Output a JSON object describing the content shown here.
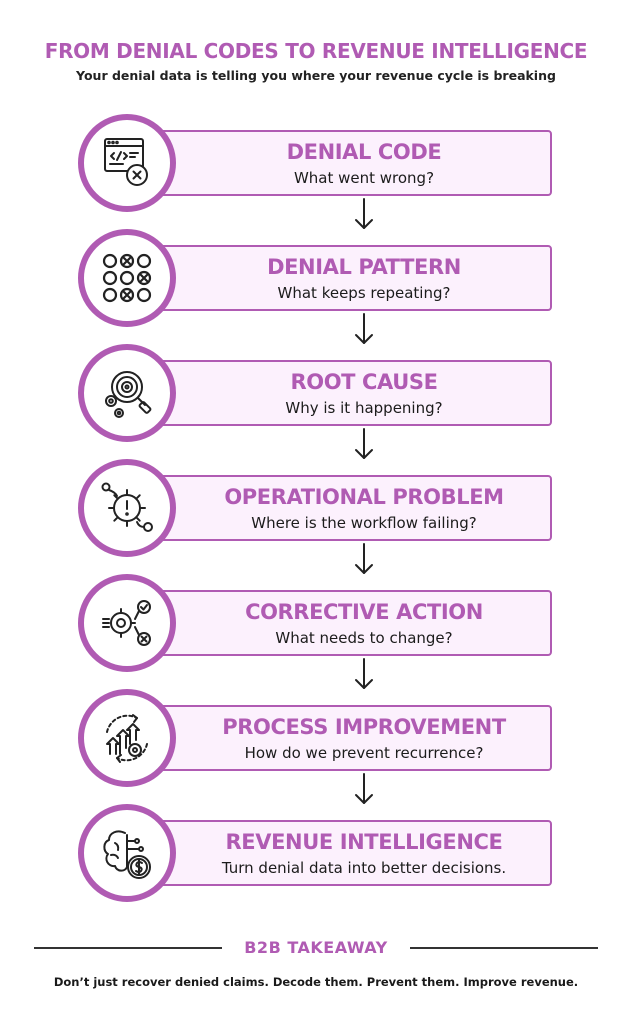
{
  "header": {
    "title": "FROM DENIAL CODES TO REVENUE INTELLIGENCE",
    "subtitle": "Your denial data is telling you where your revenue cycle is breaking"
  },
  "steps": [
    {
      "heading": "DENIAL CODE",
      "question": "What went wrong?",
      "icon": "code-window-error-icon"
    },
    {
      "heading": "DENIAL PATTERN",
      "question": "What keeps repeating?",
      "icon": "pattern-grid-icon"
    },
    {
      "heading": "ROOT CAUSE",
      "question": "Why is it happening?",
      "icon": "magnifier-gear-icon"
    },
    {
      "heading": "OPERATIONAL PROBLEM",
      "question": "Where is the workflow failing?",
      "icon": "gear-alert-icon"
    },
    {
      "heading": "CORRECTIVE ACTION",
      "question": "What needs to change?",
      "icon": "gear-check-cross-icon"
    },
    {
      "heading": "PROCESS IMPROVEMENT",
      "question": "How do we prevent recurrence?",
      "icon": "growth-cycle-icon"
    },
    {
      "heading": "REVENUE INTELLIGENCE",
      "question": "Turn denial data into better decisions.",
      "icon": "brain-dollar-icon"
    }
  ],
  "footer": {
    "title": "B2B TAKEAWAY",
    "text": "Don’t just recover denied claims. Decode them. Prevent them. Improve revenue."
  },
  "colors": {
    "accent": "#b05bb3",
    "box_fill": "#fcf1fd",
    "text": "#1c1c1c"
  }
}
